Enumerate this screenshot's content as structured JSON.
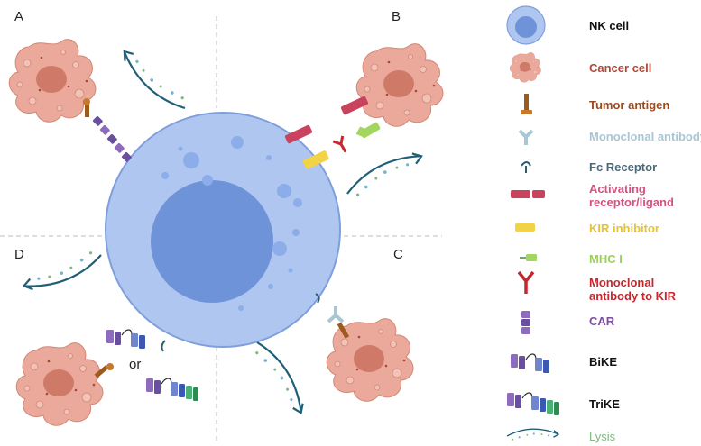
{
  "panels": [
    "A",
    "B",
    "C",
    "D"
  ],
  "or_text": "or",
  "legend": [
    {
      "label": "NK cell",
      "color": "#111111",
      "icon": "nk-cell-icon"
    },
    {
      "label": "Cancer cell",
      "color": "#b0473a",
      "icon": "cancer-cell-icon"
    },
    {
      "label": "Tumor antigen",
      "color": "#9c4a1c",
      "icon": "tumor-antigen-icon"
    },
    {
      "label": "Monoclonal antibody",
      "color": "#a9c6d3",
      "icon": "monoclonal-antibody-icon"
    },
    {
      "label": "Fc Receptor",
      "color": "#4a6a79",
      "icon": "fc-receptor-icon"
    },
    {
      "label": "Activating receptor/ligand",
      "color": "#d6517b",
      "icon": "activating-receptor-icon"
    },
    {
      "label": "KIR inhibitor",
      "color": "#f2d246",
      "icon": "kir-inhibitor-icon"
    },
    {
      "label": "MHC I",
      "color": "#a3d65d",
      "icon": "mhc-icon"
    },
    {
      "label": "Monoclonal antibody to KIR",
      "color": "#c3282d",
      "icon": "anti-kir-antibody-icon"
    },
    {
      "label": "CAR",
      "color": "#7e4fa0",
      "icon": "car-icon"
    },
    {
      "label": "BiKE",
      "color": "#111111",
      "icon": "bike-icon"
    },
    {
      "label": "TriKE",
      "color": "#111111",
      "icon": "trike-icon"
    },
    {
      "label": "Lysis",
      "color": "#7fb97f",
      "icon": "lysis-icon"
    }
  ]
}
